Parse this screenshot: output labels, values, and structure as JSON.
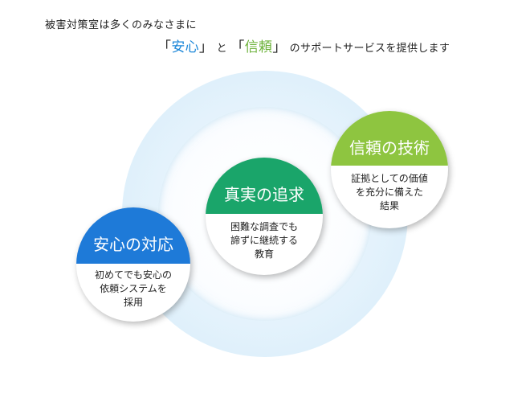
{
  "intro": "被害対策室は多くのみなさまに",
  "headline": {
    "open1": "「",
    "keyword1": "安心",
    "close1": "」",
    "joiner": "と",
    "open2": "「",
    "keyword2": "信頼",
    "close2": "」",
    "rest": "のサポートサービスを提供します"
  },
  "colors": {
    "keyword1": "#1a86d8",
    "keyword2": "#6cb23a",
    "node_blue": "#1e7ad8",
    "node_green": "#1aa56a",
    "node_lime": "#8ec540",
    "ring": "#dff0fb"
  },
  "nodes": [
    {
      "title": "安心の対応",
      "lines": [
        "初めてでも安心の",
        "依頼システムを",
        "採用"
      ]
    },
    {
      "title": "真実の追求",
      "lines": [
        "困難な調査でも",
        "諦ずに継続する",
        "教育"
      ]
    },
    {
      "title": "信頼の技術",
      "lines": [
        "証拠としての価値",
        "を充分に備えた",
        "結果"
      ]
    }
  ]
}
